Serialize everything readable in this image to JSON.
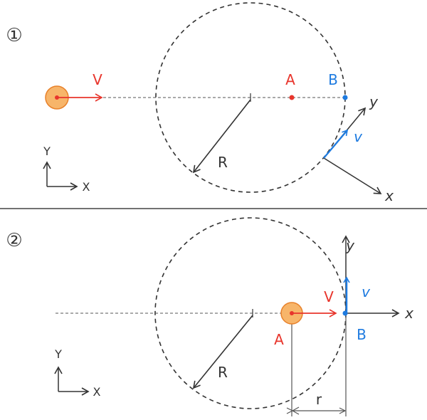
{
  "colors": {
    "red": "#e8352c",
    "blue": "#1e7be0",
    "ink": "#333333",
    "ball_fill": "#f7b56a",
    "ball_stroke": "#e8812a"
  },
  "panel1": {
    "number": "①",
    "velocity": "V",
    "point_a": "A",
    "point_b": "B",
    "radius": "R",
    "axis_y": "Y",
    "axis_x": "X",
    "local_y": "y",
    "local_x": "x",
    "speed_b": "v"
  },
  "panel2": {
    "number": "②",
    "velocity": "V",
    "point_a": "A",
    "point_b": "B",
    "radius": "R",
    "axis_y": "Y",
    "axis_x": "X",
    "local_y": "y",
    "local_x": "x",
    "speed_b": "v",
    "distance": "r"
  }
}
